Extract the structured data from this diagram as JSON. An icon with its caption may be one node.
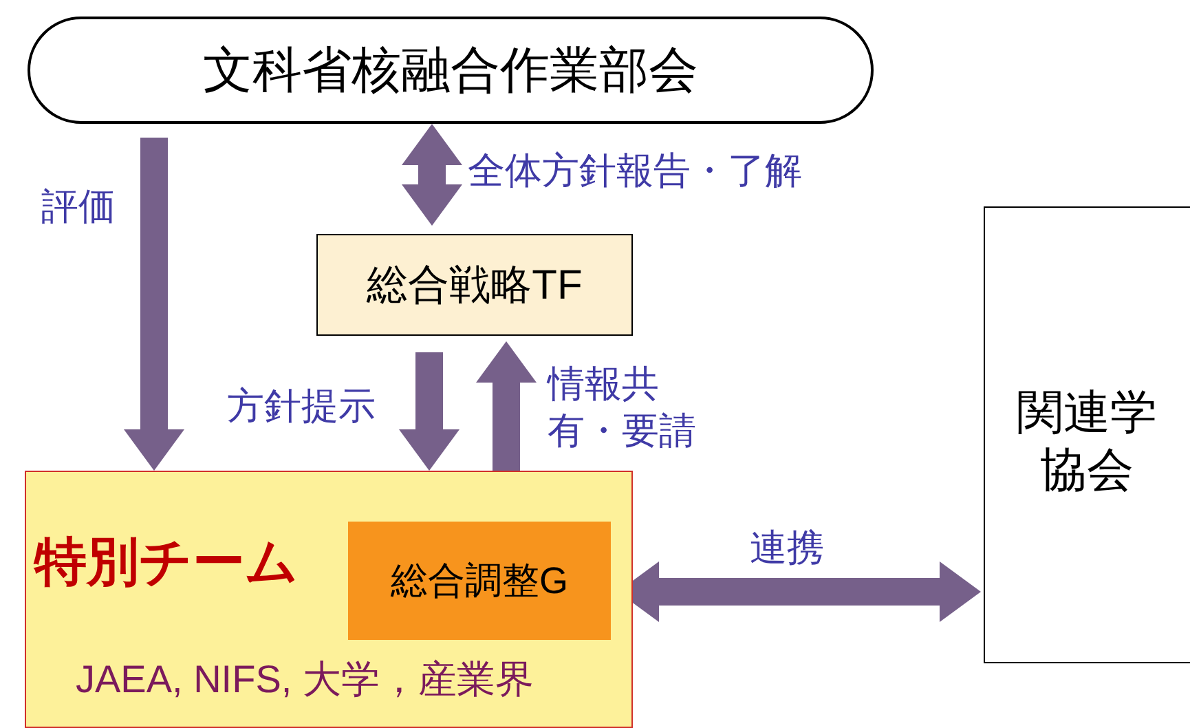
{
  "diagram": {
    "nodes": [
      {
        "text": [
          "文科省核融合作業部会"
        ]
      },
      {
        "text": [
          "総合戦略TF"
        ]
      },
      {
        "text": [
          "特別チーム",
          "JAEA, NIFS, 大学，産業界"
        ]
      },
      {
        "text": [
          "総合調整G"
        ],
        "in": 2
      },
      {
        "text": [
          "関連学協会"
        ]
      }
    ],
    "edges": [
      {
        "from": 0,
        "to": 2,
        "arrow": "to",
        "label": "評価"
      },
      {
        "from": 0,
        "to": 1,
        "arrow": "both",
        "label": "全体方針報告・了解"
      },
      {
        "from": 1,
        "to": 2,
        "arrow": "to",
        "label": "方針提示"
      },
      {
        "from": 3,
        "to": 1,
        "arrow": "to",
        "label": "情報共有・要請"
      },
      {
        "from": 3,
        "to": 4,
        "arrow": "both",
        "label": "連携"
      }
    ]
  }
}
